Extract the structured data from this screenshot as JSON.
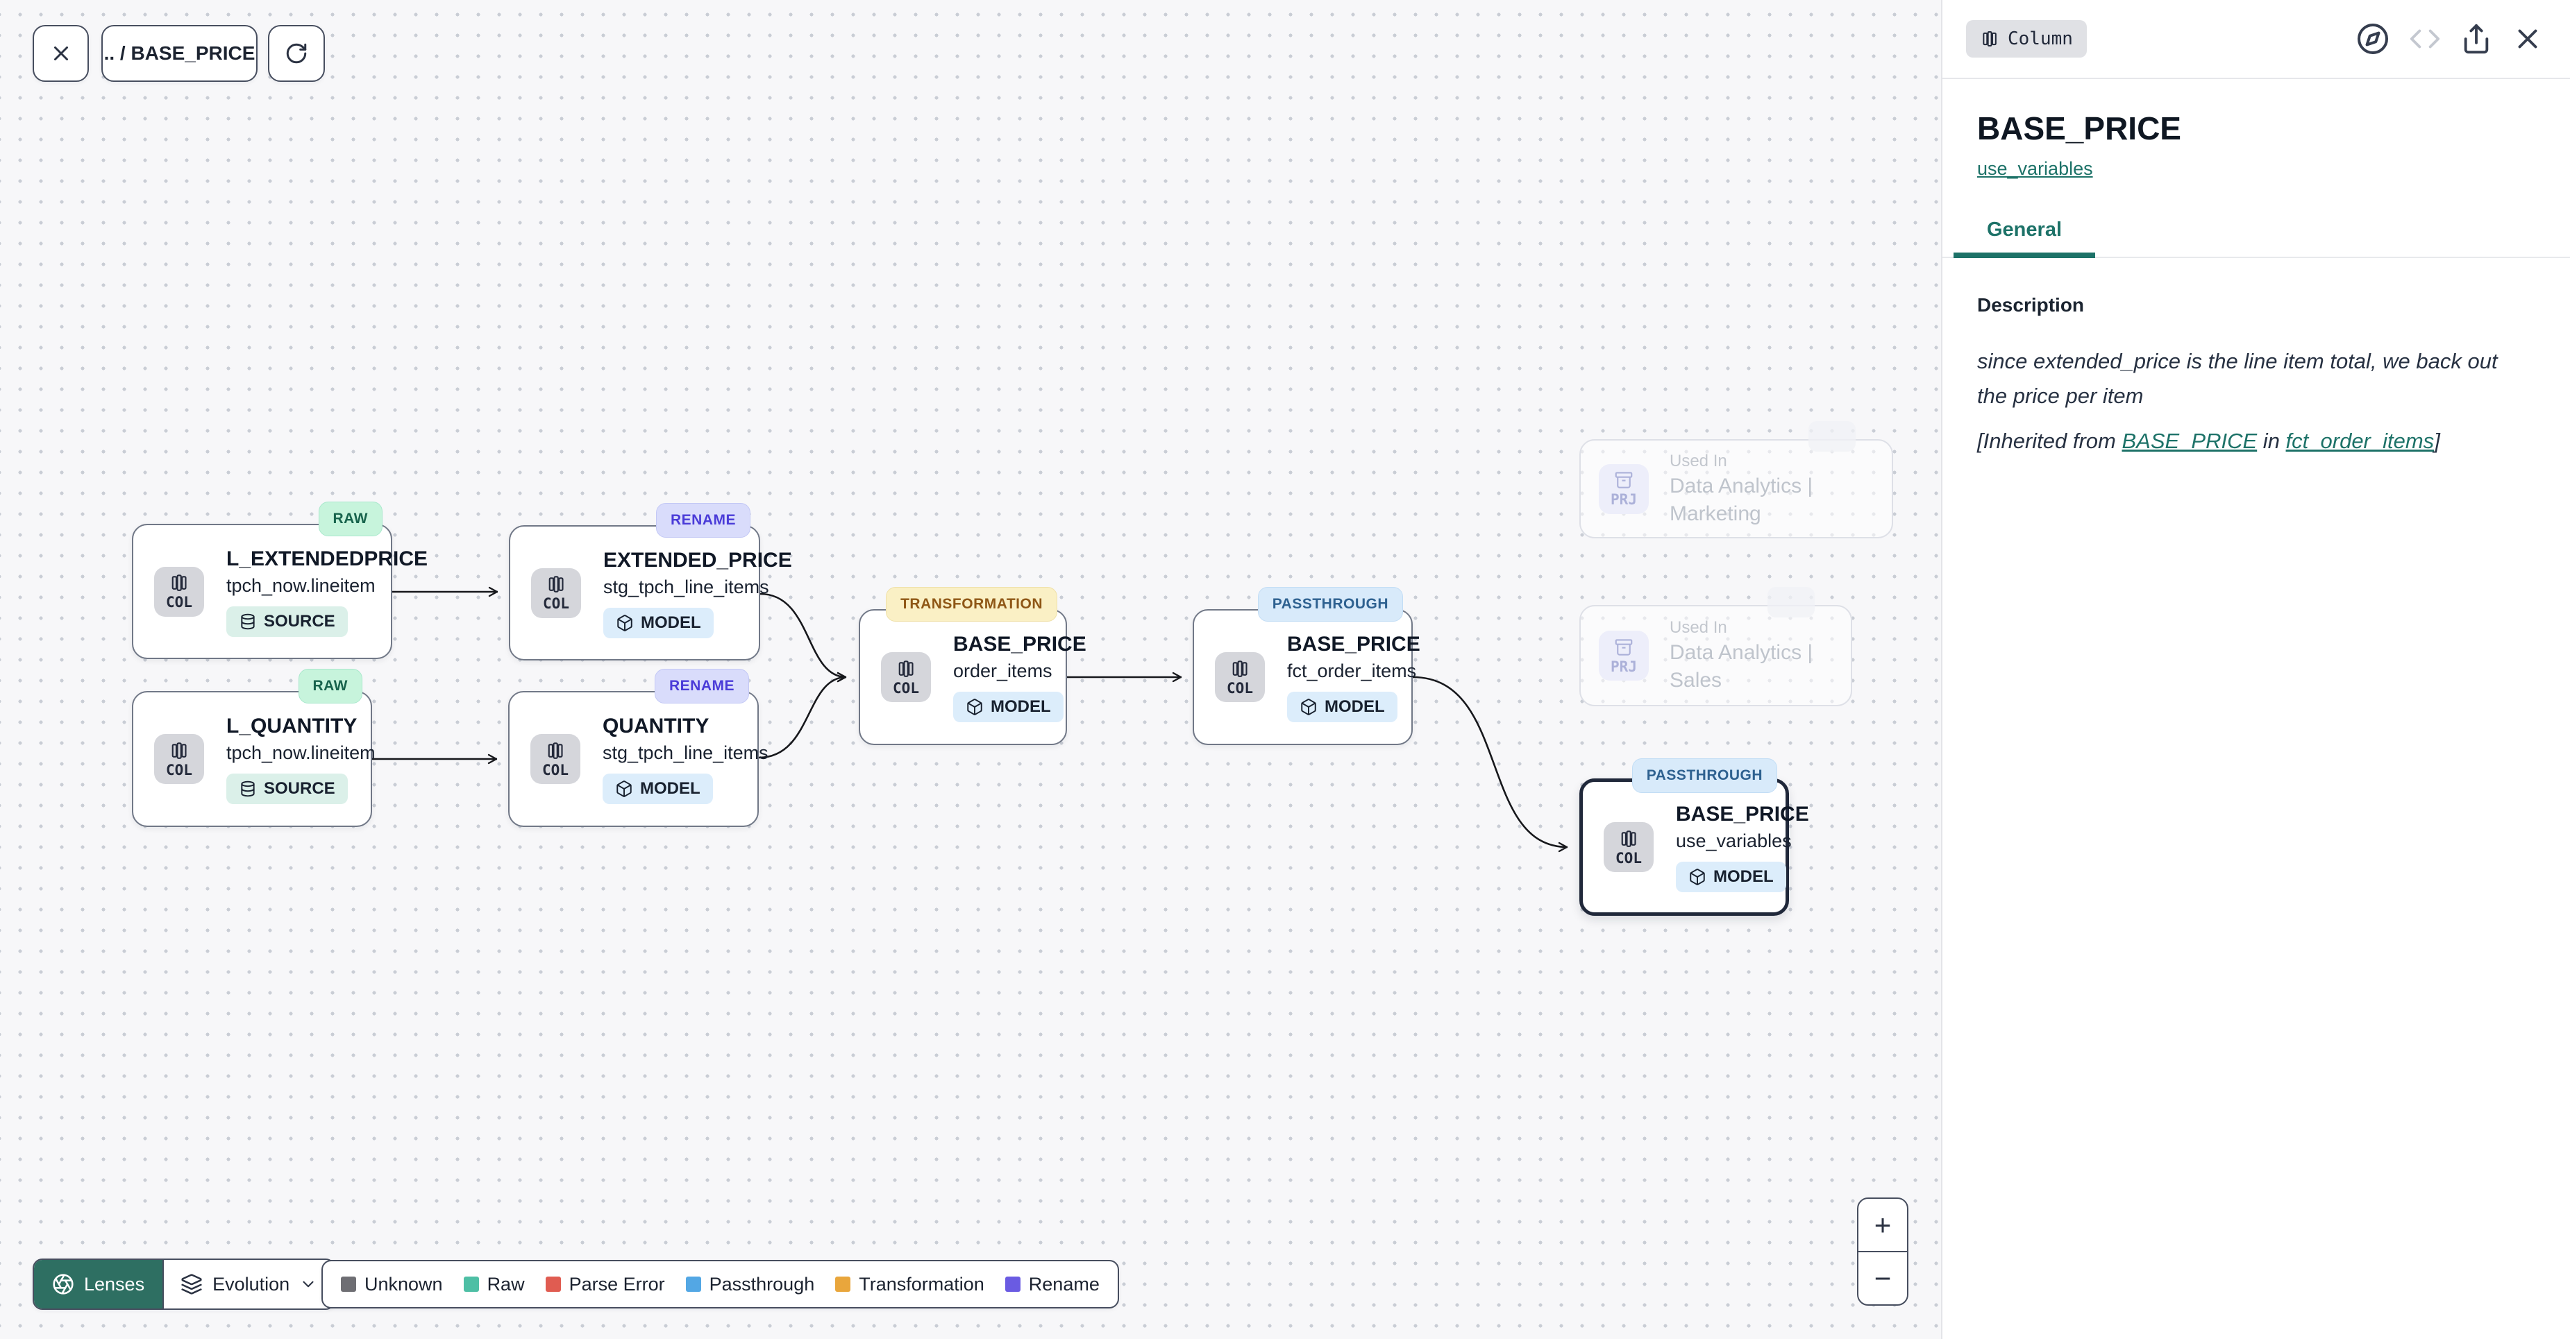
{
  "toolbar": {
    "breadcrumb": ".. / BASE_PRICE"
  },
  "panel": {
    "type_badge": "Column",
    "title": "BASE_PRICE",
    "model_link": "use_variables",
    "tab": "General",
    "section_heading": "Description",
    "description_body": "since extended_price is the line item total, we back out the price per item",
    "inherited": {
      "prefix": "[Inherited from ",
      "column_link": "BASE_PRICE",
      "middle": " in ",
      "model_link": "fct_order_items",
      "suffix": "]"
    },
    "accent_color": "#1D7268"
  },
  "nodes": [
    {
      "kind": "COL",
      "title": "L_EXTENDEDPRICE",
      "subtitle": "tpch_now.lineitem",
      "badge": "SOURCE",
      "tag": "RAW"
    },
    {
      "kind": "COL",
      "title": "EXTENDED_PRICE",
      "subtitle": "stg_tpch_line_items",
      "badge": "MODEL",
      "tag": "RENAME"
    },
    {
      "kind": "COL",
      "title": "L_QUANTITY",
      "subtitle": "tpch_now.lineitem",
      "badge": "SOURCE",
      "tag": "RAW"
    },
    {
      "kind": "COL",
      "title": "QUANTITY",
      "subtitle": "stg_tpch_line_items",
      "badge": "MODEL",
      "tag": "RENAME"
    },
    {
      "kind": "COL",
      "title": "BASE_PRICE",
      "subtitle": "order_items",
      "badge": "MODEL",
      "tag": "TRANSFORMATION"
    },
    {
      "kind": "COL",
      "title": "BASE_PRICE",
      "subtitle": "fct_order_items",
      "badge": "MODEL",
      "tag": "PASSTHROUGH"
    },
    {
      "kind": "COL",
      "title": "BASE_PRICE",
      "subtitle": "use_variables",
      "badge": "MODEL",
      "tag": "PASSTHROUGH",
      "selected": true
    }
  ],
  "usage_nodes": [
    {
      "kind": "PRJ",
      "label": "Used In",
      "title": "Data Analytics | Marketing"
    },
    {
      "kind": "PRJ",
      "label": "Used In",
      "title": "Data Analytics | Sales"
    }
  ],
  "lenses": {
    "button": "Lenses",
    "selected_lens": "Evolution"
  },
  "legend": [
    {
      "label": "Unknown",
      "color": "#6E6E73"
    },
    {
      "label": "Raw",
      "color": "#4EBFA5"
    },
    {
      "label": "Parse Error",
      "color": "#E05C51"
    },
    {
      "label": "Passthrough",
      "color": "#53A7E4"
    },
    {
      "label": "Transformation",
      "color": "#E9A63C"
    },
    {
      "label": "Rename",
      "color": "#6A5BE2"
    }
  ],
  "zoom_controls": {
    "zoom_in": "+",
    "zoom_out": "−"
  },
  "icons": {
    "close-icon": "✕",
    "refresh-icon": "↻",
    "columns-icon": "column bars",
    "database-icon": "cylinder",
    "cube-icon": "box",
    "project-icon": "archive stack",
    "aperture-icon": "lens aperture",
    "layers-icon": "stacked layers",
    "chevron-down-icon": "∨",
    "compass-icon": "compass",
    "code-icon": "</>",
    "share-icon": "export",
    "plus-icon": "+",
    "minus-icon": "−"
  }
}
